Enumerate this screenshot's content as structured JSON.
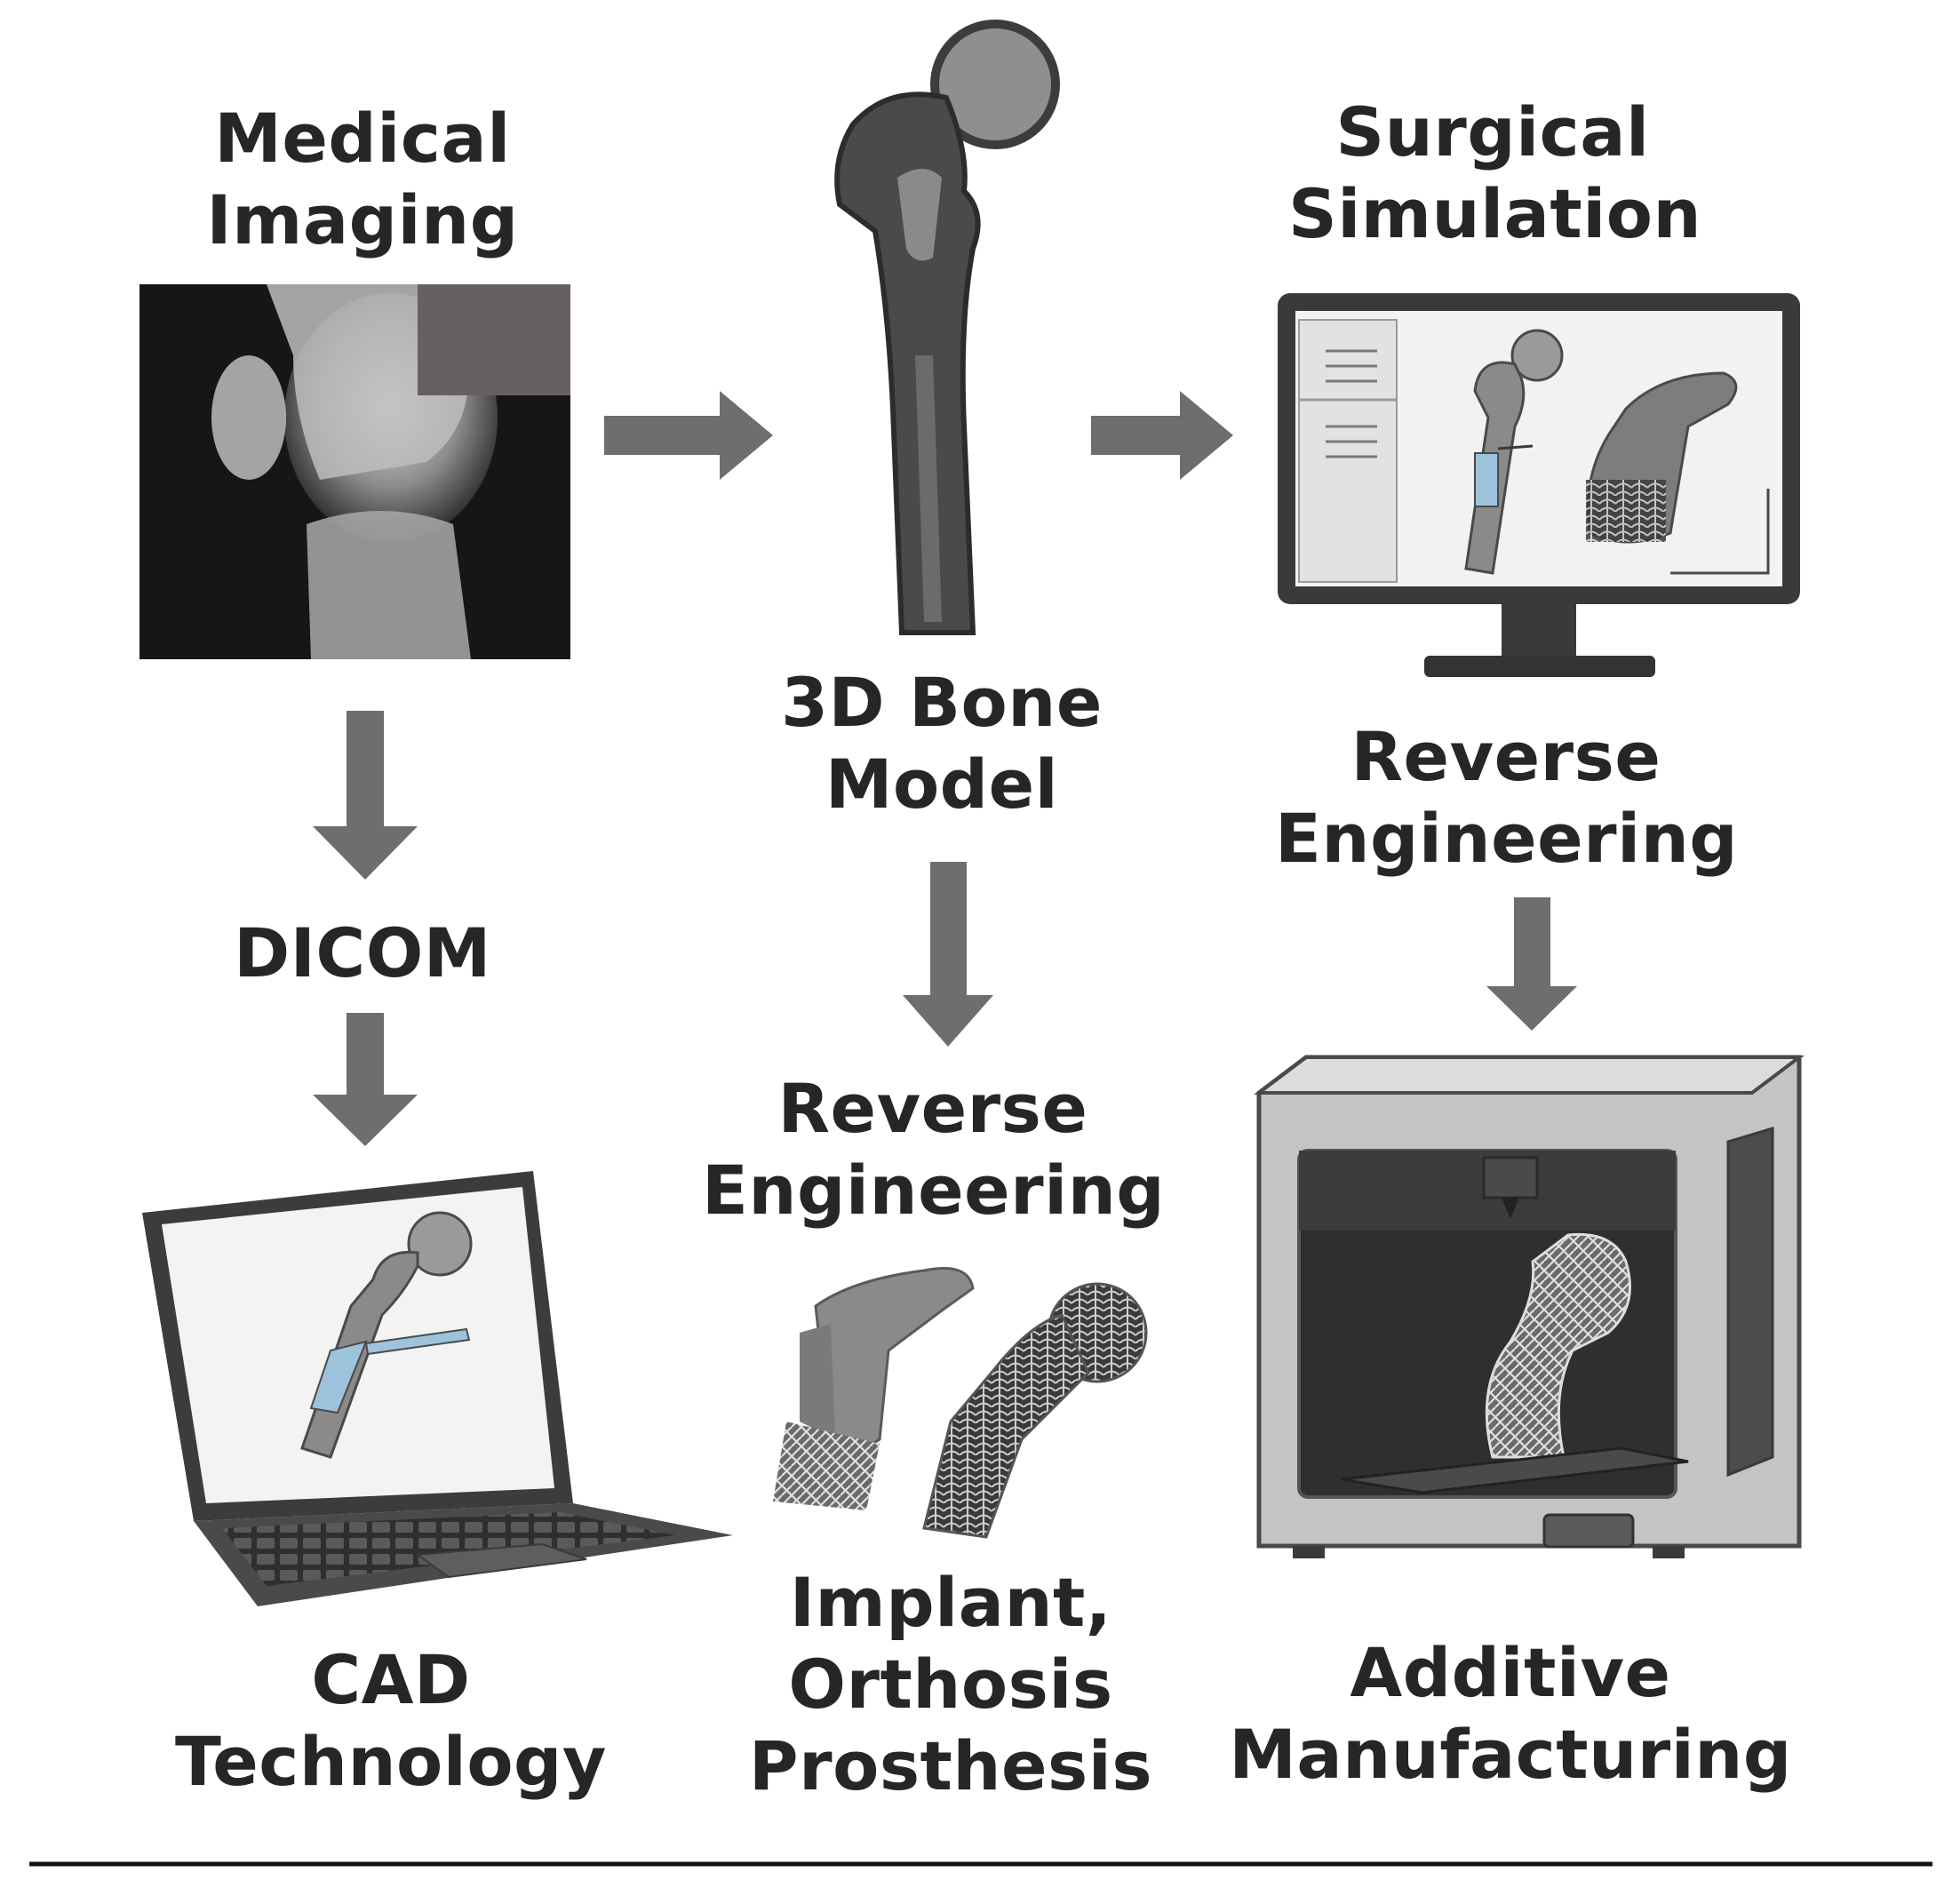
{
  "labels": {
    "medical_imaging": "Medical\nImaging",
    "bone_model": "3D Bone\nModel",
    "surgical_simulation": "Surgical\nSimulation",
    "dicom": "DICOM",
    "reverse_engineering_right": "Reverse\nEngineering",
    "reverse_engineering_center": "Reverse\nEngineering",
    "cad_technology": "CAD\nTechnology",
    "implant": "Implant,\nOrthosis\nProsthesis",
    "additive_manufacturing": "Additive\nManufacturing"
  },
  "colors": {
    "arrow": "#6e6e6e",
    "text": "#262626",
    "implant_blue": "#9ec3dc",
    "bone": "#4a4a4a",
    "bone_light": "#8c8c8c",
    "device": "#3c3c3c",
    "divider": "#111111"
  },
  "icons": [
    "xray-image",
    "femur-model",
    "monitor",
    "laptop",
    "implant-models",
    "3d-printer"
  ]
}
